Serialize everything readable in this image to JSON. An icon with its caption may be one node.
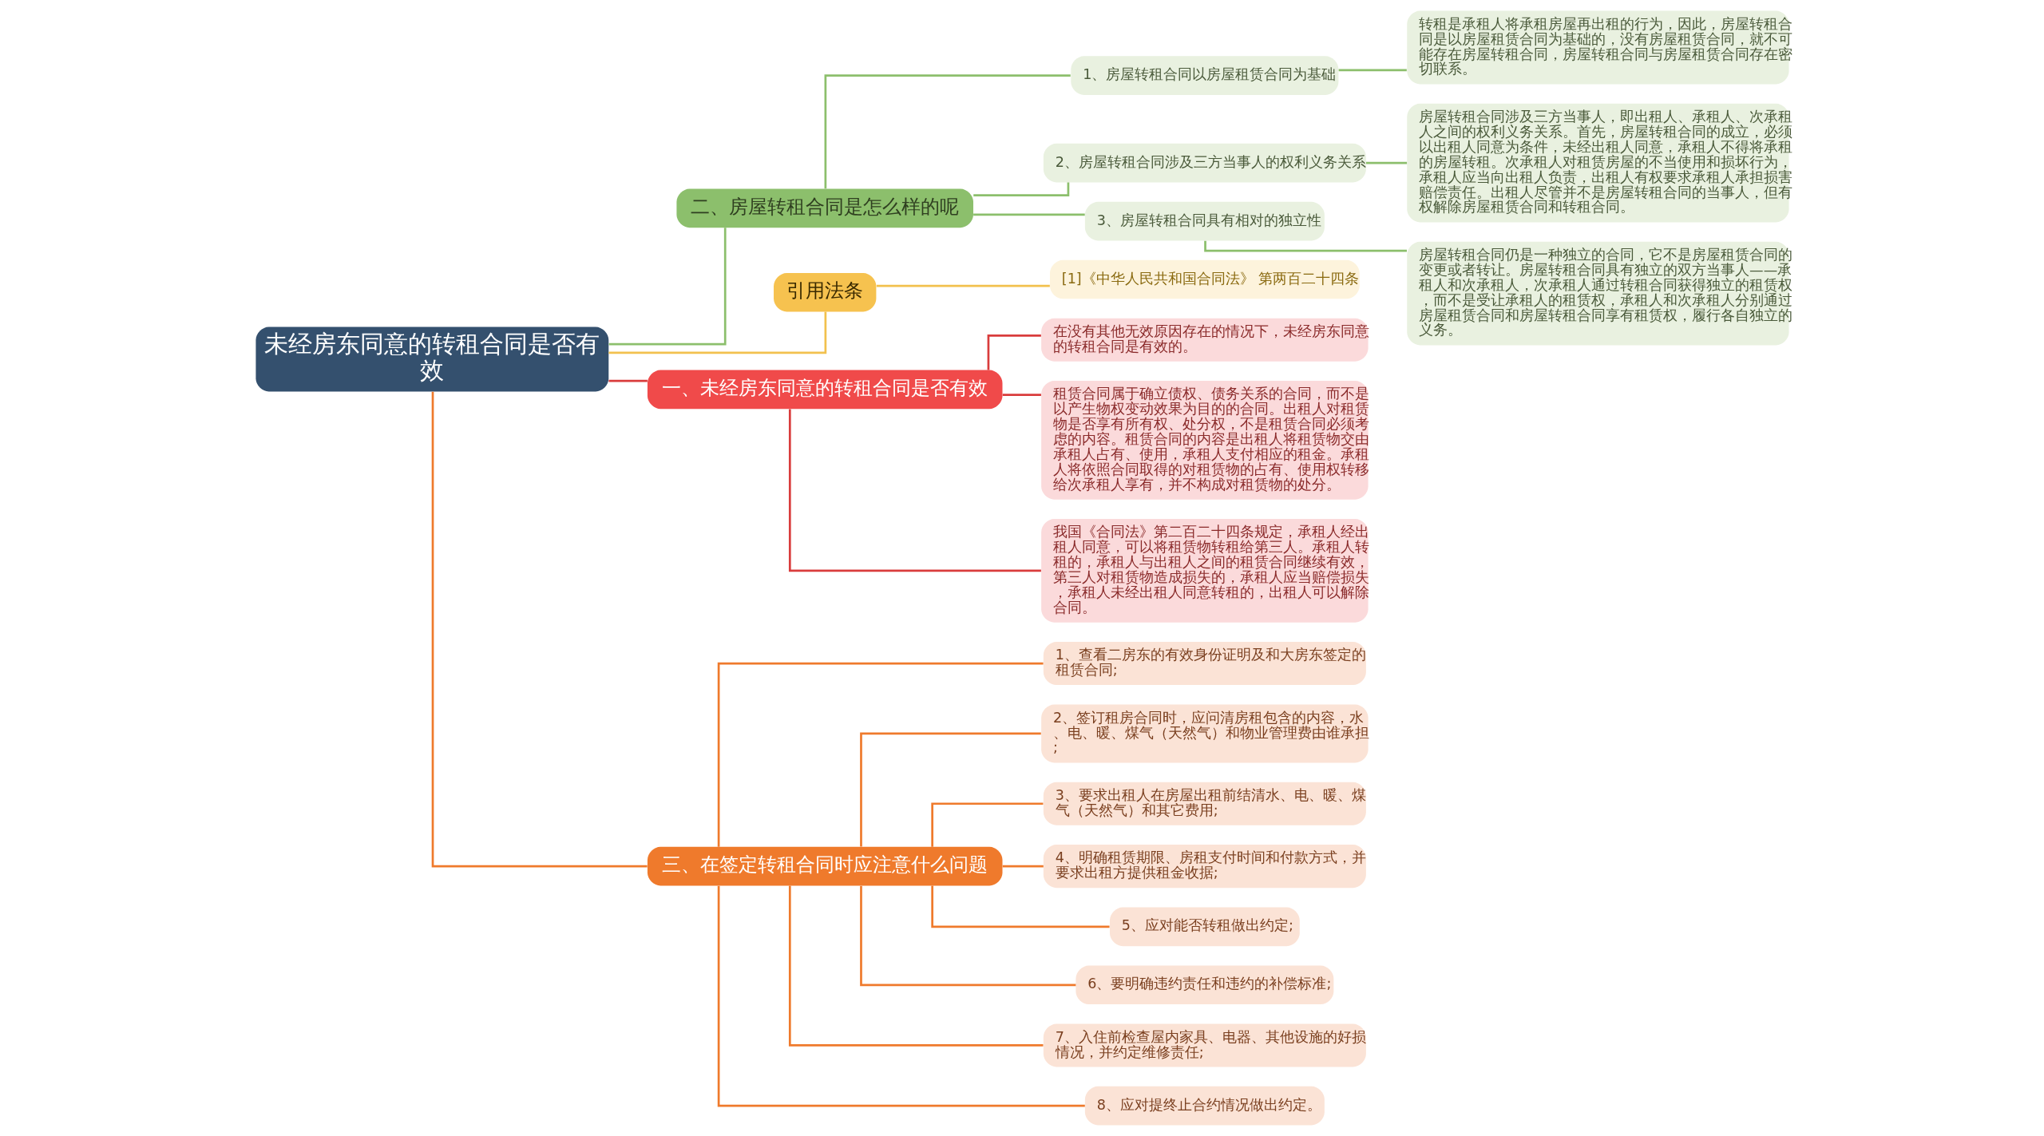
{
  "diagram": {
    "nodes": [
      {
        "text": [
          "未经房东同意的转租合同是否有效"
        ]
      },
      {
        "text": [
          "二、房屋转租合同是怎么样的呢"
        ]
      },
      {
        "text": [
          "1、房屋转租合同以房屋租赁合同为基础"
        ]
      },
      {
        "text": [
          "转租是承租人将承租房屋再出租的行为，因此，房屋转租合同是以房屋租赁合同为基础的，没有房屋租赁合同，就不可能存在房屋转租合同，房屋转租合同与房屋租赁合同存在密切联系。"
        ]
      },
      {
        "text": [
          "2、房屋转租合同涉及三方当事人的权利义务关系"
        ]
      },
      {
        "text": [
          "房屋转租合同涉及三方当事人，即出租人、承租人、次承租人之间的权利义务关系。首先，房屋转租合同的成立，必须以出租人同意为条件，未经出租人同意，承租人不得将承租的房屋转租。次承租人对租赁房屋的不当使用和损坏行为，承租人应当向出租人负责，出租人有权要求承租人承担损害赔偿责任。出租人尽管并不是房屋转租合同的当事人，但有权解除房屋租赁合同和转租合同。"
        ]
      },
      {
        "text": [
          "3、房屋转租合同具有相对的独立性"
        ]
      },
      {
        "text": [
          "房屋转租合同仍是一种独立的合同，它不是房屋租赁合同的变更或者转让。房屋转租合同具有独立的双方当事人——承租人和次承租人，次承租人通过转租合同获得独立的租赁权，而不是受让承租人的租赁权，承租人和次承租人分别通过房屋租赁合同和房屋转租合同享有租赁权，履行各自独立的义务。"
        ]
      },
      {
        "text": [
          "引用法条"
        ]
      },
      {
        "text": [
          "[1]《中华人民共和国合同法》 第两百二十四条"
        ]
      },
      {
        "text": [
          "一、未经房东同意的转租合同是否有效"
        ]
      },
      {
        "text": [
          "在没有其他无效原因存在的情况下，未经房东同意的转租合同是有效的。"
        ]
      },
      {
        "text": [
          "租赁合同属于确立债权、债务关系的合同，而不是以产生物权变动效果为目的的合同。出租人对租赁物是否享有所有权、处分权，不是租赁合同必须考虑的内容。租赁合同的内容是出租人将租赁物交由承租人占有、使用，承租人支付相应的租金。承租人将依照合同取得的对租赁物的占有、使用权转移给次承租人享有，并不构成对租赁物的处分。"
        ]
      },
      {
        "text": [
          "我国《合同法》第二百二十四条规定，承租人经出租人同意，可以将租赁物转租给第三人。承租人转租的，承租人与出租人之间的租赁合同继续有效，第三人对租赁物造成损失的，承租人应当赔偿损失，承租人未经出租人同意转租的，出租人可以解除合同。"
        ]
      },
      {
        "text": [
          "三、在签定转租合同时应注意什么问题"
        ]
      },
      {
        "text": [
          "1、查看二房东的有效身份证明及和大房东签定的租赁合同;"
        ]
      },
      {
        "text": [
          "2、签订租房合同时，应问清房租包含的内容，水、电、暖、煤气（天然气）和物业管理费由谁承担;"
        ]
      },
      {
        "text": [
          "3、要求出租人在房屋出租前结清水、电、暖、煤气（天然气）和其它费用;"
        ]
      },
      {
        "text": [
          "4、明确租赁期限、房租支付时间和付款方式，并要求出租方提供租金收据;"
        ]
      },
      {
        "text": [
          "5、应对能否转租做出约定;"
        ]
      },
      {
        "text": [
          "6、要明确违约责任和违约的补偿标准;"
        ]
      },
      {
        "text": [
          "7、入住前检查屋内家具、电器、其他设施的好损情况，并约定维修责任;"
        ]
      },
      {
        "text": [
          "8、应对提终止合约情况做出约定。"
        ]
      }
    ],
    "edges": [
      {
        "from": 0,
        "to": 1,
        "arrow": "none",
        "color": "#8cbf6c"
      },
      {
        "from": 1,
        "to": 2,
        "arrow": "none",
        "color": "#8cbf6c"
      },
      {
        "from": 2,
        "to": 3,
        "arrow": "none",
        "color": "#8cbf6c"
      },
      {
        "from": 1,
        "to": 4,
        "arrow": "none",
        "color": "#8cbf6c"
      },
      {
        "from": 4,
        "to": 5,
        "arrow": "none",
        "color": "#8cbf6c"
      },
      {
        "from": 1,
        "to": 6,
        "arrow": "none",
        "color": "#8cbf6c"
      },
      {
        "from": 6,
        "to": 7,
        "arrow": "none",
        "color": "#8cbf6c"
      },
      {
        "from": 0,
        "to": 8,
        "arrow": "none",
        "color": "#f2c14e"
      },
      {
        "from": 8,
        "to": 9,
        "arrow": "none",
        "color": "#f2c14e"
      },
      {
        "from": 0,
        "to": 10,
        "arrow": "none",
        "color": "#d93c3c"
      },
      {
        "from": 10,
        "to": 11,
        "arrow": "none",
        "color": "#d93c3c"
      },
      {
        "from": 10,
        "to": 12,
        "arrow": "none",
        "color": "#d93c3c"
      },
      {
        "from": 10,
        "to": 13,
        "arrow": "none",
        "color": "#d93c3c"
      },
      {
        "from": 0,
        "to": 14,
        "arrow": "none"
      },
      {
        "from": 14,
        "to": 15,
        "arrow": "none"
      },
      {
        "from": 14,
        "to": 16,
        "arrow": "none"
      },
      {
        "from": 14,
        "to": 17,
        "arrow": "none"
      },
      {
        "from": 14,
        "to": 18,
        "arrow": "none"
      },
      {
        "from": 14,
        "to": 19,
        "arrow": "none"
      },
      {
        "from": 14,
        "to": 20,
        "arrow": "none"
      },
      {
        "from": 14,
        "to": 21,
        "arrow": "none"
      },
      {
        "from": 14,
        "to": 22,
        "arrow": "none"
      }
    ]
  }
}
